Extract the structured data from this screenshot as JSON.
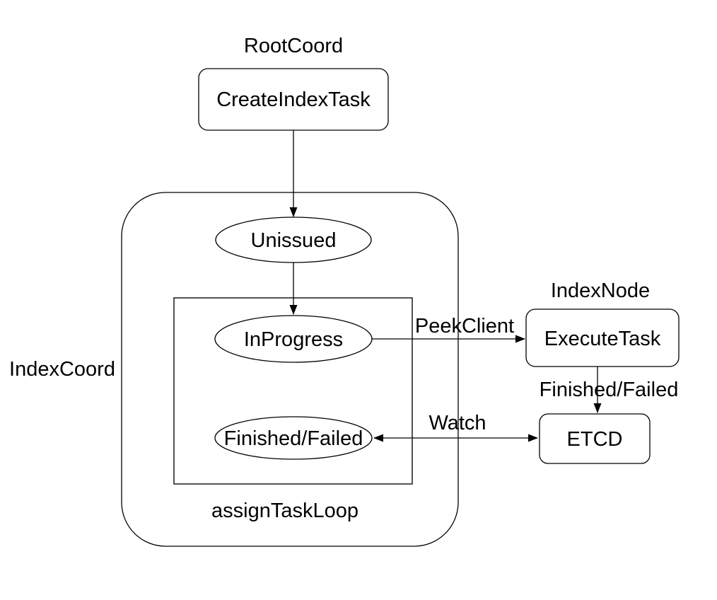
{
  "diagram": {
    "background_color": "#ffffff",
    "stroke_color": "#000000",
    "text_color": "#000000",
    "groups": {
      "root_coord": {
        "label": "RootCoord"
      },
      "index_coord": {
        "label": "IndexCoord"
      },
      "index_node": {
        "label": "IndexNode"
      },
      "assign_task_loop": {
        "label": "assignTaskLoop"
      }
    },
    "nodes": {
      "create_index_task": {
        "label": "CreateIndexTask",
        "shape": "rounded-rect"
      },
      "unissued": {
        "label": "Unissued",
        "shape": "ellipse"
      },
      "in_progress": {
        "label": "InProgress",
        "shape": "ellipse"
      },
      "finished_failed_state": {
        "label": "Finished/Failed",
        "shape": "ellipse"
      },
      "execute_task": {
        "label": "ExecuteTask",
        "shape": "rounded-rect"
      },
      "etcd": {
        "label": "ETCD",
        "shape": "rounded-rect"
      }
    },
    "edges": {
      "create_to_unissued": {
        "label": "",
        "direction": "down"
      },
      "unissued_to_inprogress": {
        "label": "",
        "direction": "down"
      },
      "peek_client": {
        "label": "PeekClient",
        "direction": "right"
      },
      "finished_failed": {
        "label": "Finished/Failed",
        "direction": "down"
      },
      "watch": {
        "label": "Watch",
        "direction": "bidirectional"
      }
    }
  }
}
